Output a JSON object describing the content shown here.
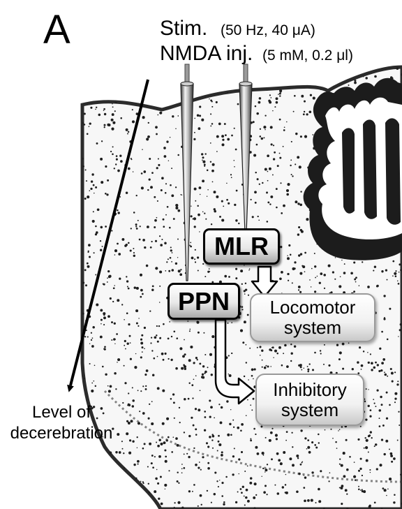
{
  "panel_label": "A",
  "stimulation": {
    "label": "Stim.",
    "params": "(50 Hz, 40 μA)"
  },
  "injection": {
    "label": "NMDA inj.",
    "params": "(5 mM, 0.2 μl)"
  },
  "nuclei": {
    "mlr": "MLR",
    "ppn": "PPN"
  },
  "targets": {
    "locomotor": [
      "Locomotor",
      "system"
    ],
    "inhibitory": [
      "Inhibitory",
      "system"
    ]
  },
  "decerebration": [
    "Level of",
    "decerebration"
  ],
  "colors": {
    "ink": "#000000",
    "tissue_edge": "#2b2b2b",
    "box_border_light": "#9a9a9a"
  }
}
